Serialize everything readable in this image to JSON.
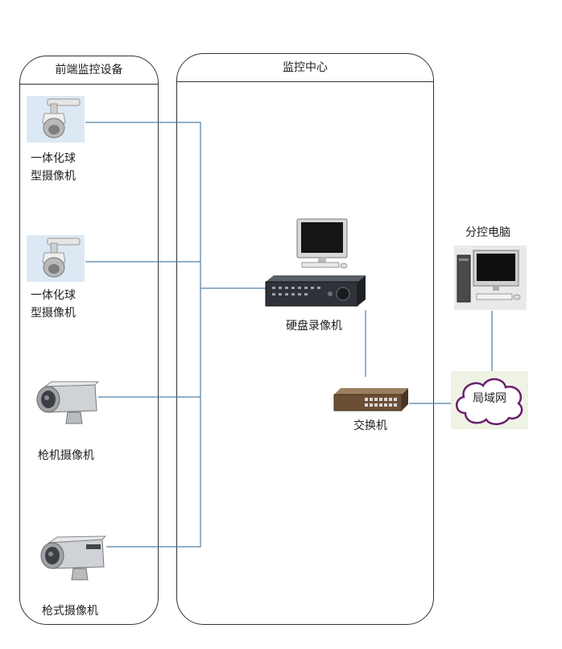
{
  "zones": {
    "front": "前端监控设备",
    "center": "监控中心"
  },
  "devices": {
    "dome1": "一体化球\n型摄像机",
    "dome2": "一体化球\n型摄像机",
    "bullet1": "枪机摄像机",
    "bullet2": "枪式摄像机",
    "dvr": "硬盘录像机",
    "switch": "交换机",
    "pc": "分控电脑",
    "lan": "局域网"
  },
  "colors": {
    "wire": "#4f7fa6",
    "cloud_stroke": "#6a1f6e",
    "border": "#333333"
  }
}
